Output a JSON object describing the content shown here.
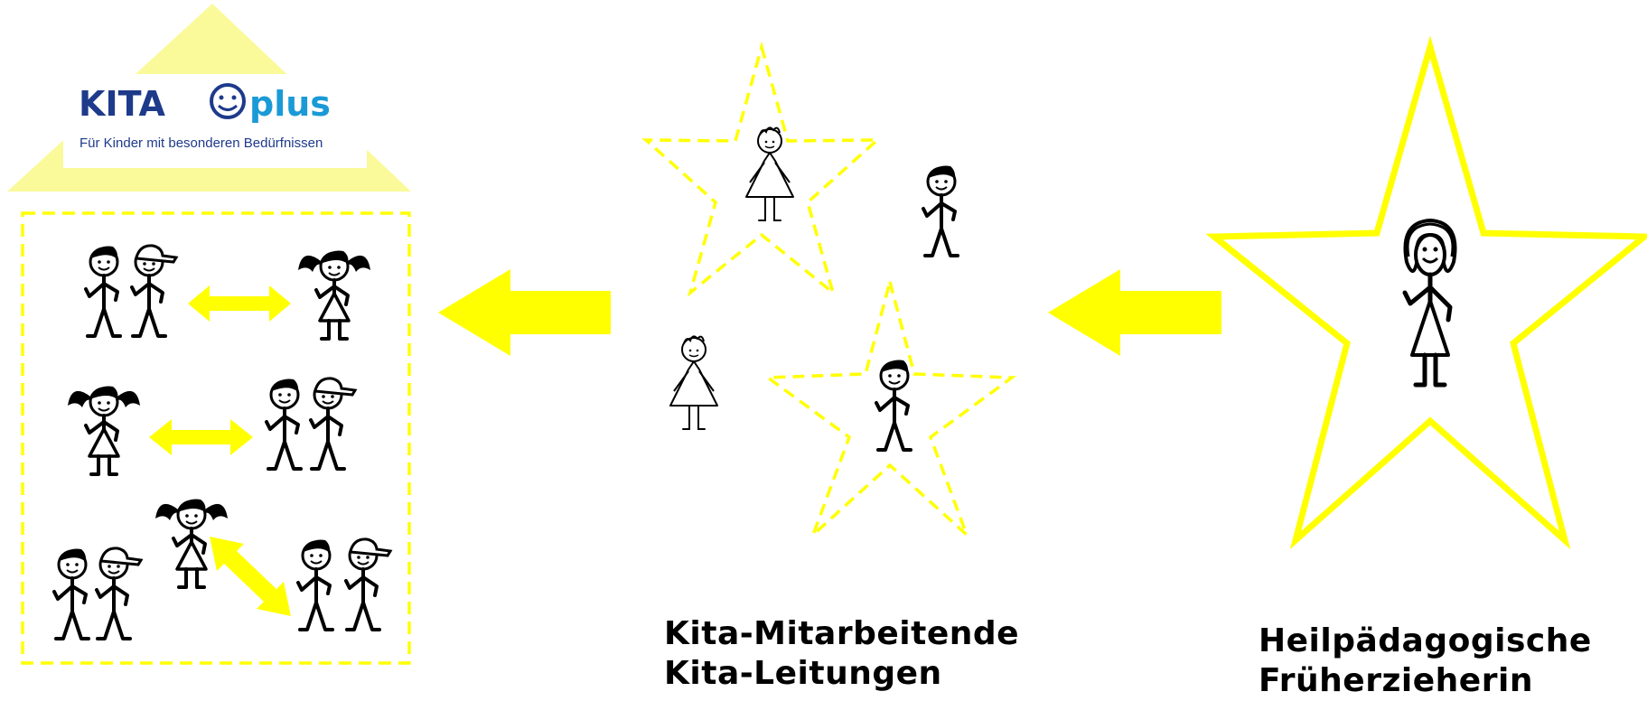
{
  "colors": {
    "accent": "#ffff00",
    "roof": "#fafa9a",
    "logo_blue": "#1e3a8a",
    "logo_light_blue": "#1a9ad6",
    "ink": "#000000"
  },
  "logo": {
    "brand": "KITA",
    "suffix": "plus",
    "tagline": "Für Kinder mit besonderen Bedürfnissen"
  },
  "captions": {
    "staff": [
      "Kita-Mitarbeitende",
      "Kita-Leitungen"
    ],
    "therapist": [
      "Heilpädagogische",
      "Früherzieherin"
    ]
  }
}
